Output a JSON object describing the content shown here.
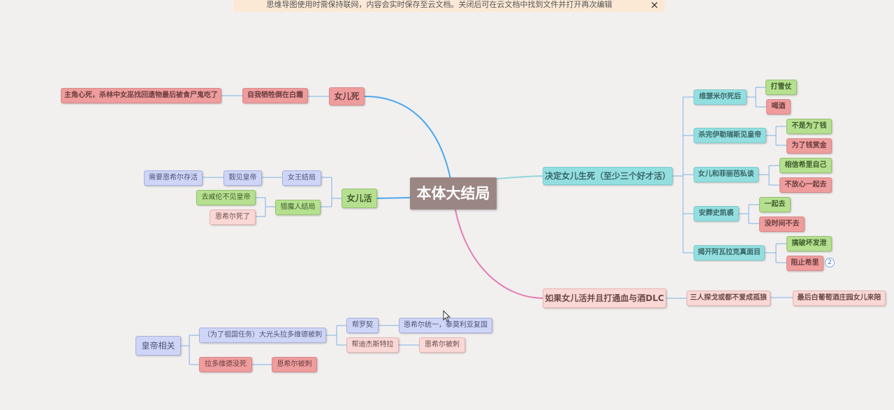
{
  "banner": {
    "message": "思维导图使用时需保持联网，内容会实时保存至云文档。关闭后可在云文档中找到文件并打开再次编辑",
    "close_icon": "close-icon"
  },
  "root": "本体大结局",
  "branches": {
    "daughter_dies": {
      "label": "女儿死",
      "child": "自我牺牲倒在白霜",
      "grandchild": "主角心死，杀林中女巫找回遗物最后被食尸鬼吃了"
    },
    "daughter_lives": {
      "label": "女儿活",
      "empress": {
        "label": "女王结局",
        "child": "觐见皇帝",
        "grandchild": "需要恩希尔存活"
      },
      "witcher": {
        "label": "猎魔人结局",
        "children": [
          "去威伦不见皇帝",
          "恩希尔死了"
        ]
      }
    },
    "decide": {
      "label": "决定女儿生死（至少三个好才活）",
      "items": [
        {
          "label": "维瑟米尔死后",
          "children": [
            "打雪仗",
            "喝酒"
          ]
        },
        {
          "label": "杀完伊勒瑞斯见皇帝",
          "children": [
            "不是为了钱",
            "为了钱赏金"
          ]
        },
        {
          "label": "女儿和菲丽芭私谈",
          "children": [
            "相信希里自己",
            "不放心一起去"
          ]
        },
        {
          "label": "安葬史凯裘",
          "children": [
            "一起去",
            "没时间不去"
          ]
        },
        {
          "label": "揭开阿瓦拉克真面目",
          "children": [
            "搞破坏发泄",
            "阻止希里"
          ]
        }
      ],
      "badge": "2"
    },
    "dlc": {
      "label": "如果女儿活并且打通血与酒DLC",
      "child": "三人探戈或都不爱成孤狼",
      "grandchild": "最后白葡萄酒庄园女儿来陪"
    }
  },
  "emperor": {
    "label": "皇帝相关",
    "mission": "（为了祖国任务）大光头拉多维德被刺",
    "help_roche": "帮罗契",
    "roche_result": "恩希尔统一，泰莫利亚复国",
    "help_dijkstra": "帮迪杰斯特拉",
    "dijkstra_result": "恩希尔被刺",
    "radovid_lives": "拉多维德没死",
    "radovid_result": "恩希尔被刺"
  },
  "colors": {
    "background": "#f2f0ef",
    "root": "#9a8683",
    "red": "#ef9c9d",
    "green": "#b5e08f",
    "cyan": "#93dfe0",
    "blue": "#cfd5f6",
    "pink": "#f9d8d6",
    "link_blue": "#4aa7ee",
    "link_pink": "#e57bb3",
    "link_cyan": "#8fd8db",
    "link_thin": "#7fb0e6"
  }
}
